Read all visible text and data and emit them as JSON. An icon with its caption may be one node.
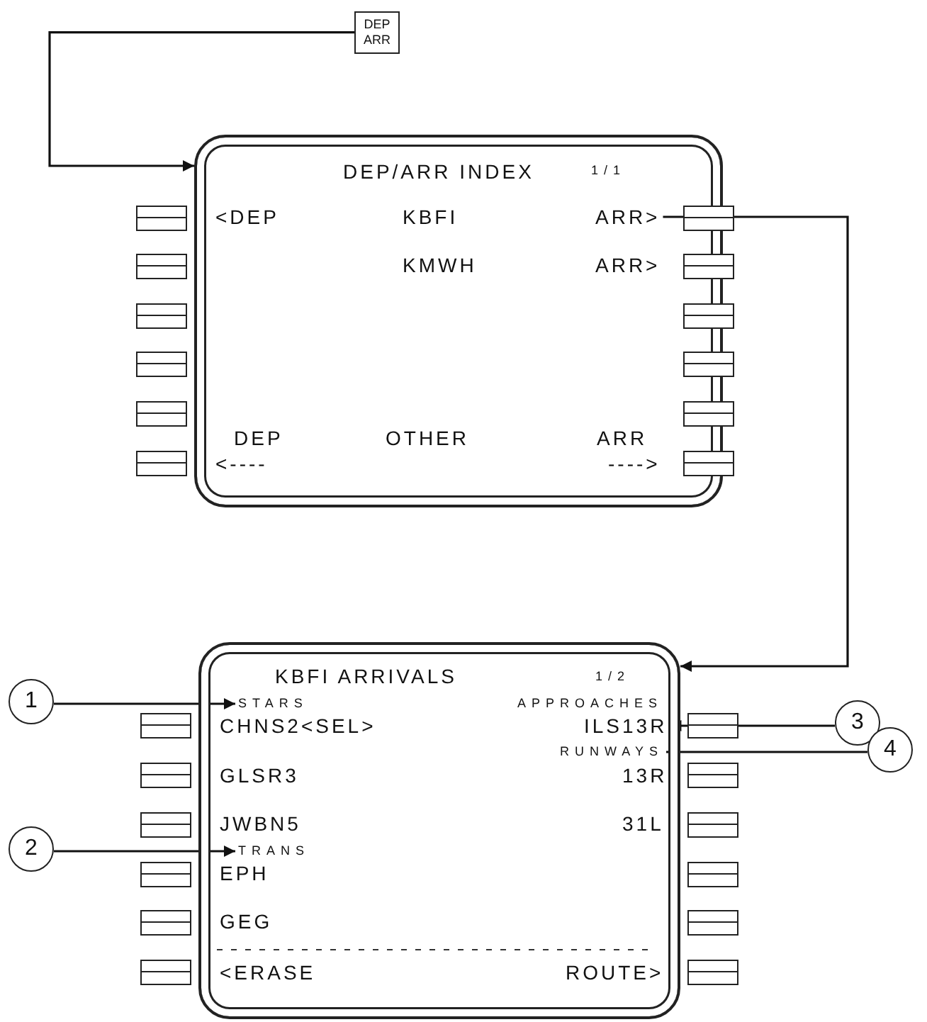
{
  "diagram": {
    "nodes": [
      {
        "text": [
          "DEP ARR"
        ]
      },
      {
        "text": [
          "DEP/ARR INDEX",
          "1/1"
        ]
      },
      {
        "text": [
          "ARR>"
        ],
        "in": 1
      },
      {
        "text": [
          "KBFI ARRIVALS",
          "1/2"
        ]
      },
      {
        "text": [
          "STARS"
        ],
        "in": 3
      },
      {
        "text": [
          "APPROACHES"
        ],
        "in": 3
      },
      {
        "text": [
          "ILS13R"
        ],
        "in": 3
      },
      {
        "text": [
          "RUNWAYS"
        ],
        "in": 3
      },
      {
        "text": [
          "TRANS"
        ],
        "in": 3
      },
      {
        "text": [
          "1"
        ]
      },
      {
        "text": [
          "2"
        ]
      },
      {
        "text": [
          "3"
        ]
      },
      {
        "text": [
          "4"
        ]
      }
    ],
    "edges": [
      {
        "from": 0,
        "to": 1,
        "arrow": "to"
      },
      {
        "from": 2,
        "to": 3,
        "arrow": "to"
      },
      {
        "from": 9,
        "to": 4,
        "arrow": "to"
      },
      {
        "from": 10,
        "to": 8,
        "arrow": "to"
      },
      {
        "from": 11,
        "to": 6,
        "arrow": "to"
      },
      {
        "from": 12,
        "to": 7,
        "arrow": "to"
      }
    ],
    "labels": [
      "<DEP",
      "KBFI",
      "KMWH",
      "ARR>",
      "DEP",
      "OTHER",
      "ARR",
      "<----",
      "---->",
      "CHNS2<SEL>",
      "GLSR3",
      "13R",
      "JWBN5",
      "31L",
      "EPH",
      "GEG",
      "<ERASE",
      "ROUTE>"
    ]
  }
}
